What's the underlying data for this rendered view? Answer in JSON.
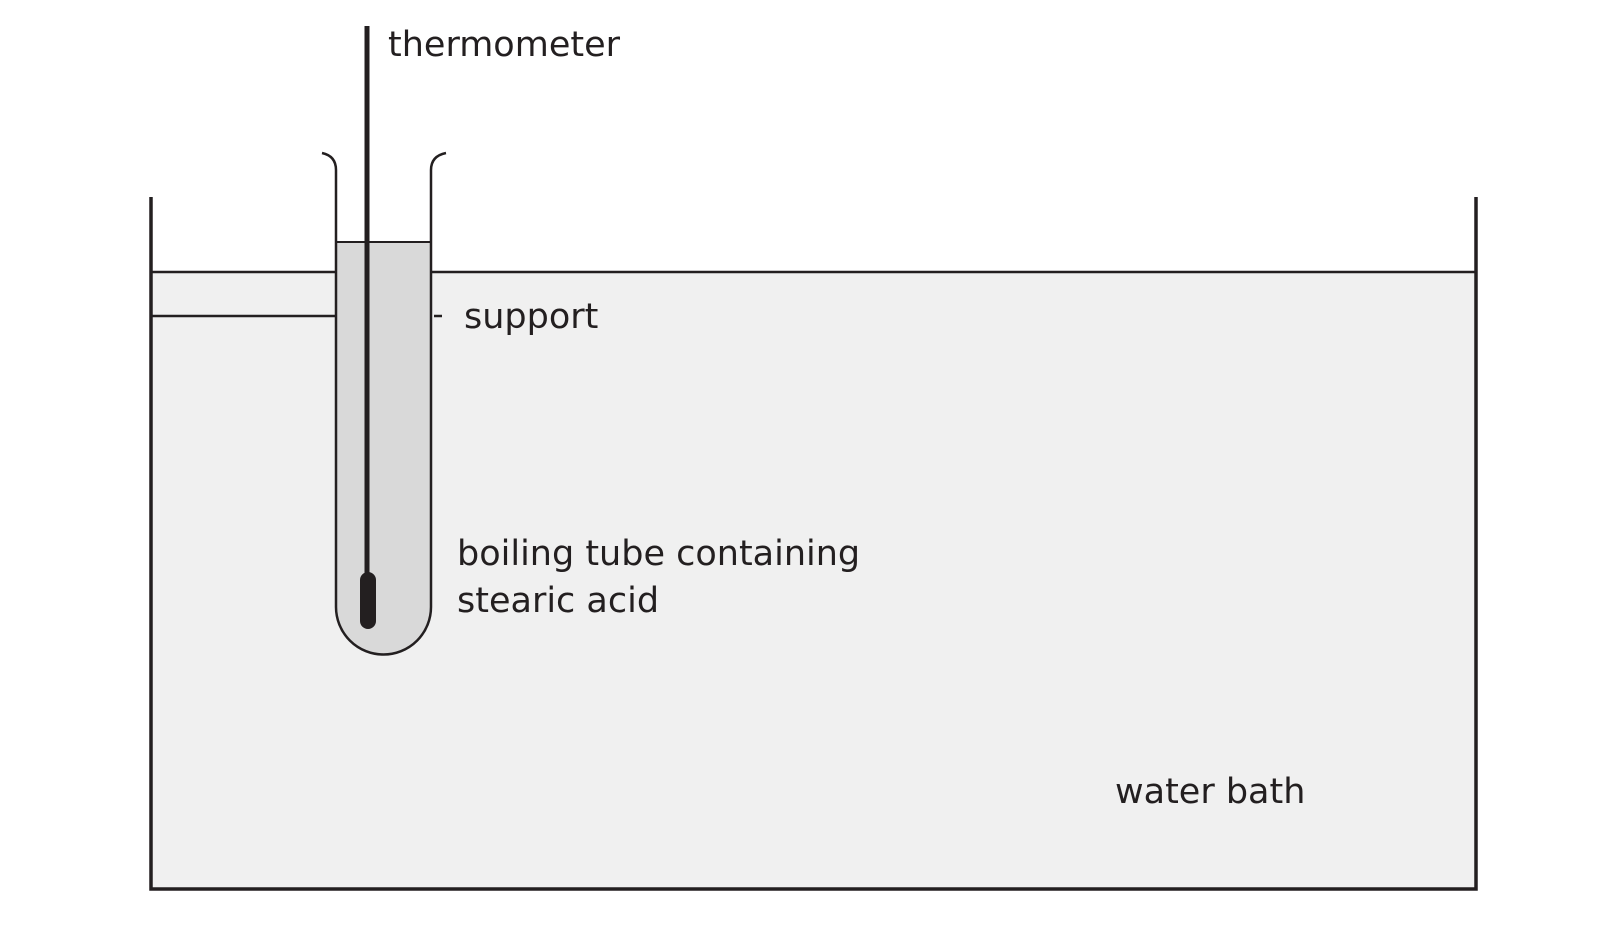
{
  "labels": {
    "thermometer": "thermometer",
    "support": "support",
    "tube_line1": "boiling tube containing",
    "tube_line2": "stearic acid",
    "water_bath": "water bath"
  },
  "colors": {
    "stroke": "#231f20",
    "water": "#f0f0f0",
    "stearic_acid": "#d9d9d9",
    "background": "#ffffff"
  }
}
